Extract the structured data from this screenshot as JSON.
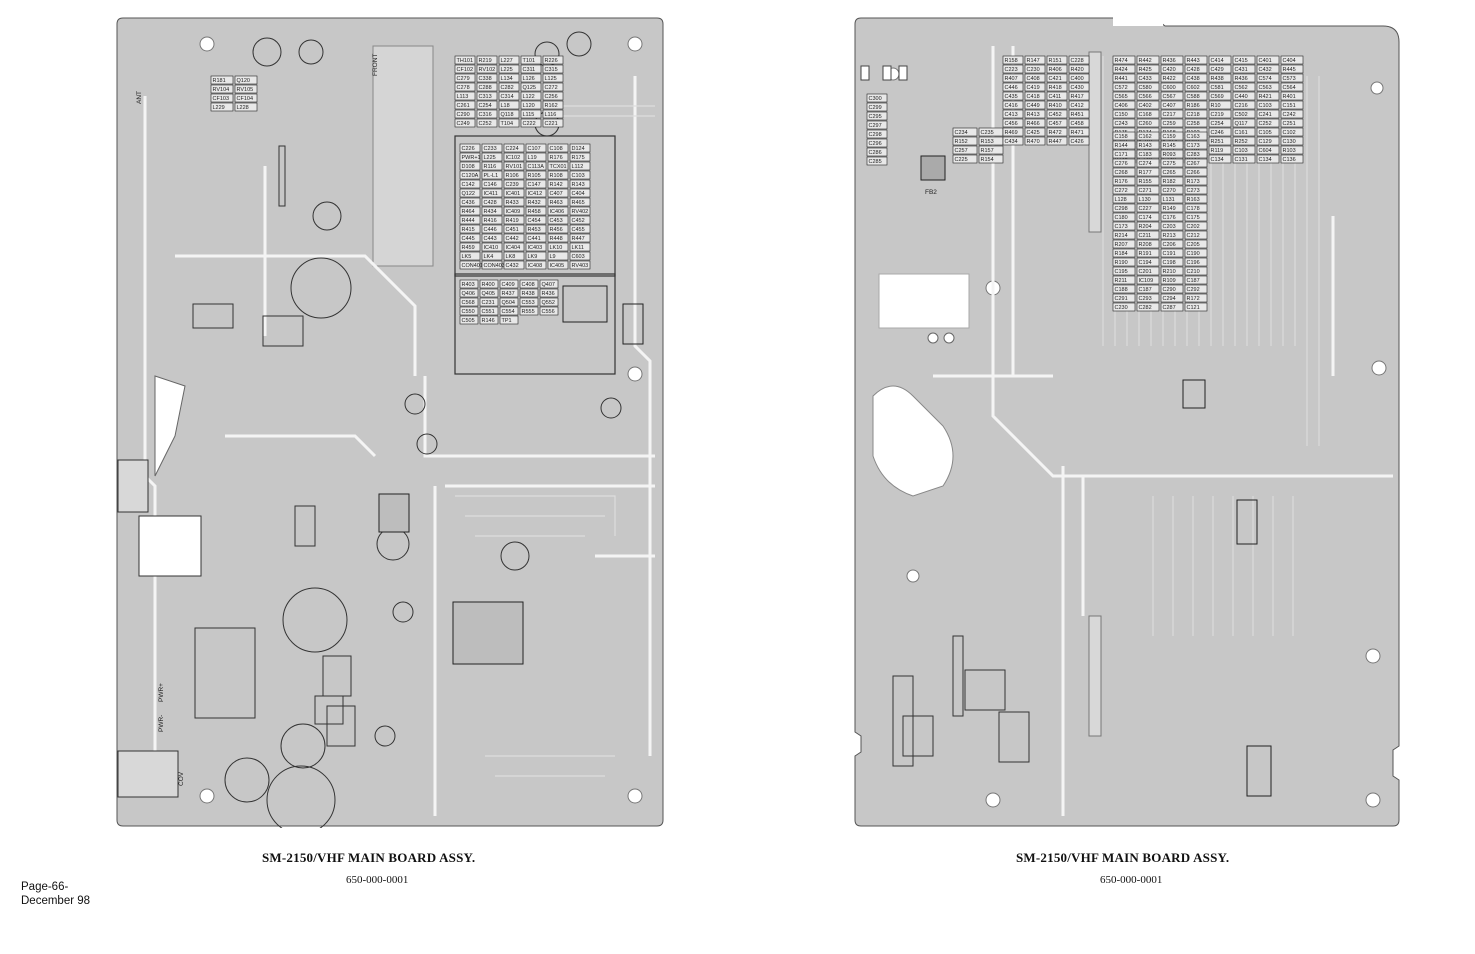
{
  "left_board": {
    "title": "SM-2150/VHF MAIN BOARD ASSY.",
    "part_number": "650-000-0001",
    "edge_labels": [
      "ANT",
      "FRONT",
      "PWR+",
      "PWR-",
      "COV"
    ],
    "component_labels": [
      "R181",
      "Q120",
      "RV104",
      "RV105",
      "CF103",
      "CF104",
      "L229",
      "L228",
      "TH101",
      "R219",
      "L227",
      "T101",
      "R226",
      "CF102",
      "RV102",
      "L225",
      "C311",
      "C315",
      "C279",
      "C338",
      "L134",
      "L126",
      "L125",
      "C278",
      "C288",
      "C282",
      "Q125",
      "C272",
      "L113",
      "C313",
      "C314",
      "L122",
      "C256",
      "C261",
      "C254",
      "L18",
      "L120",
      "R162",
      "C290",
      "C316",
      "Q118",
      "L115",
      "L116",
      "C249",
      "C252",
      "T104",
      "C222",
      "C221",
      "C226",
      "C233",
      "C224",
      "C107",
      "C108",
      "D124",
      "PWR+1",
      "L225",
      "IC102",
      "L19",
      "R176",
      "R175",
      "D108",
      "R116",
      "RV101",
      "C113A",
      "TCX01",
      "L112",
      "C120A",
      "PL-L1",
      "R106",
      "R105",
      "R108",
      "C103",
      "C142",
      "C146",
      "C239",
      "C147",
      "R142",
      "R143",
      "Q122",
      "IC411",
      "IC401",
      "IC412",
      "C407",
      "C404",
      "C436",
      "C428",
      "R433",
      "R432",
      "R463",
      "R465",
      "R464",
      "R434",
      "IC409",
      "R458",
      "IC406",
      "RV402",
      "R444",
      "R416",
      "R419",
      "C454",
      "C453",
      "C452",
      "R415",
      "C446",
      "C451",
      "R453",
      "R456",
      "C455",
      "C445",
      "C443",
      "C442",
      "C441",
      "R448",
      "R447",
      "R459",
      "IC410",
      "IC404",
      "IC403",
      "LK10",
      "LK11",
      "LK5",
      "LK4",
      "LK8",
      "LK9",
      "L9",
      "C603",
      "CON401",
      "CON403",
      "C432",
      "IC408",
      "IC405",
      "RV403",
      "R403",
      "R400",
      "C409",
      "C408",
      "Q407",
      "Q406",
      "Q405",
      "R437",
      "R438",
      "R436",
      "C568",
      "C231",
      "Q504",
      "C553",
      "Q552",
      "C550",
      "C551",
      "C554",
      "R555",
      "C556",
      "C505",
      "R146",
      "TP1"
    ]
  },
  "right_board": {
    "title": "SM-2150/VHF MAIN BOARD ASSY.",
    "part_number": "650-000-0001",
    "edge_labels": [
      "FB2"
    ],
    "component_labels": [
      "C300",
      "C299",
      "C295",
      "C297",
      "C298",
      "C296",
      "C286",
      "C285",
      "C234",
      "C235",
      "R152",
      "R153",
      "C257",
      "R157",
      "C225",
      "R154",
      "R158",
      "R147",
      "R151",
      "C228",
      "C223",
      "C230",
      "R406",
      "R420",
      "R407",
      "C408",
      "C421",
      "C400",
      "C446",
      "C419",
      "R418",
      "C430",
      "C435",
      "C418",
      "C411",
      "R417",
      "C416",
      "C449",
      "R410",
      "C412",
      "C413",
      "R413",
      "C452",
      "R451",
      "C456",
      "R466",
      "C457",
      "C458",
      "R469",
      "C425",
      "R472",
      "R471",
      "C434",
      "R470",
      "R447",
      "C426",
      "R474",
      "R442",
      "R436",
      "R443",
      "C414",
      "C415",
      "C401",
      "C404",
      "R424",
      "R425",
      "C420",
      "C428",
      "C429",
      "C431",
      "C432",
      "R445",
      "R441",
      "C433",
      "R422",
      "C438",
      "R438",
      "R436",
      "C574",
      "C573",
      "C572",
      "C580",
      "C600",
      "C602",
      "C581",
      "C562",
      "C563",
      "C564",
      "C565",
      "C566",
      "C567",
      "C588",
      "C569",
      "C440",
      "R421",
      "R401",
      "C406",
      "C402",
      "C407",
      "R186",
      "R10",
      "C216",
      "C103",
      "C151",
      "C150",
      "C168",
      "C217",
      "C218",
      "C219",
      "C502",
      "C241",
      "C242",
      "C243",
      "C260",
      "C259",
      "C258",
      "C254",
      "Q117",
      "C252",
      "C251",
      "R175",
      "R174",
      "R168",
      "D102",
      "C246",
      "C161",
      "C105",
      "C102",
      "C101",
      "IC101",
      "IC413",
      "R101",
      "R251",
      "R252",
      "C129",
      "C130",
      "C209",
      "C208",
      "L112",
      "C119",
      "R119",
      "C103",
      "C604",
      "R103",
      "R138",
      "C139",
      "C130",
      "R132",
      "C134",
      "C131",
      "C134",
      "C136",
      "C158",
      "C162",
      "C159",
      "C163",
      "R144",
      "R143",
      "R145",
      "C173",
      "C171",
      "C183",
      "R093",
      "C283",
      "C276",
      "C274",
      "C275",
      "C267",
      "C268",
      "R177",
      "C265",
      "C266",
      "R176",
      "R155",
      "R182",
      "R173",
      "C272",
      "C271",
      "C270",
      "C273",
      "L128",
      "L130",
      "L131",
      "R163",
      "C298",
      "C227",
      "R149",
      "C178",
      "C180",
      "C174",
      "C176",
      "C175",
      "C173",
      "R204",
      "C203",
      "C202",
      "R214",
      "C211",
      "R213",
      "C212",
      "R207",
      "R208",
      "C206",
      "C205",
      "R184",
      "R191",
      "C191",
      "C190",
      "R190",
      "C194",
      "C198",
      "C196",
      "C195",
      "C201",
      "R210",
      "C210",
      "R211",
      "IC109",
      "R109",
      "C187",
      "C188",
      "C187",
      "C290",
      "C292",
      "C291",
      "C293",
      "C294",
      "R172",
      "C230",
      "C282",
      "C287",
      "C121"
    ]
  }
}
